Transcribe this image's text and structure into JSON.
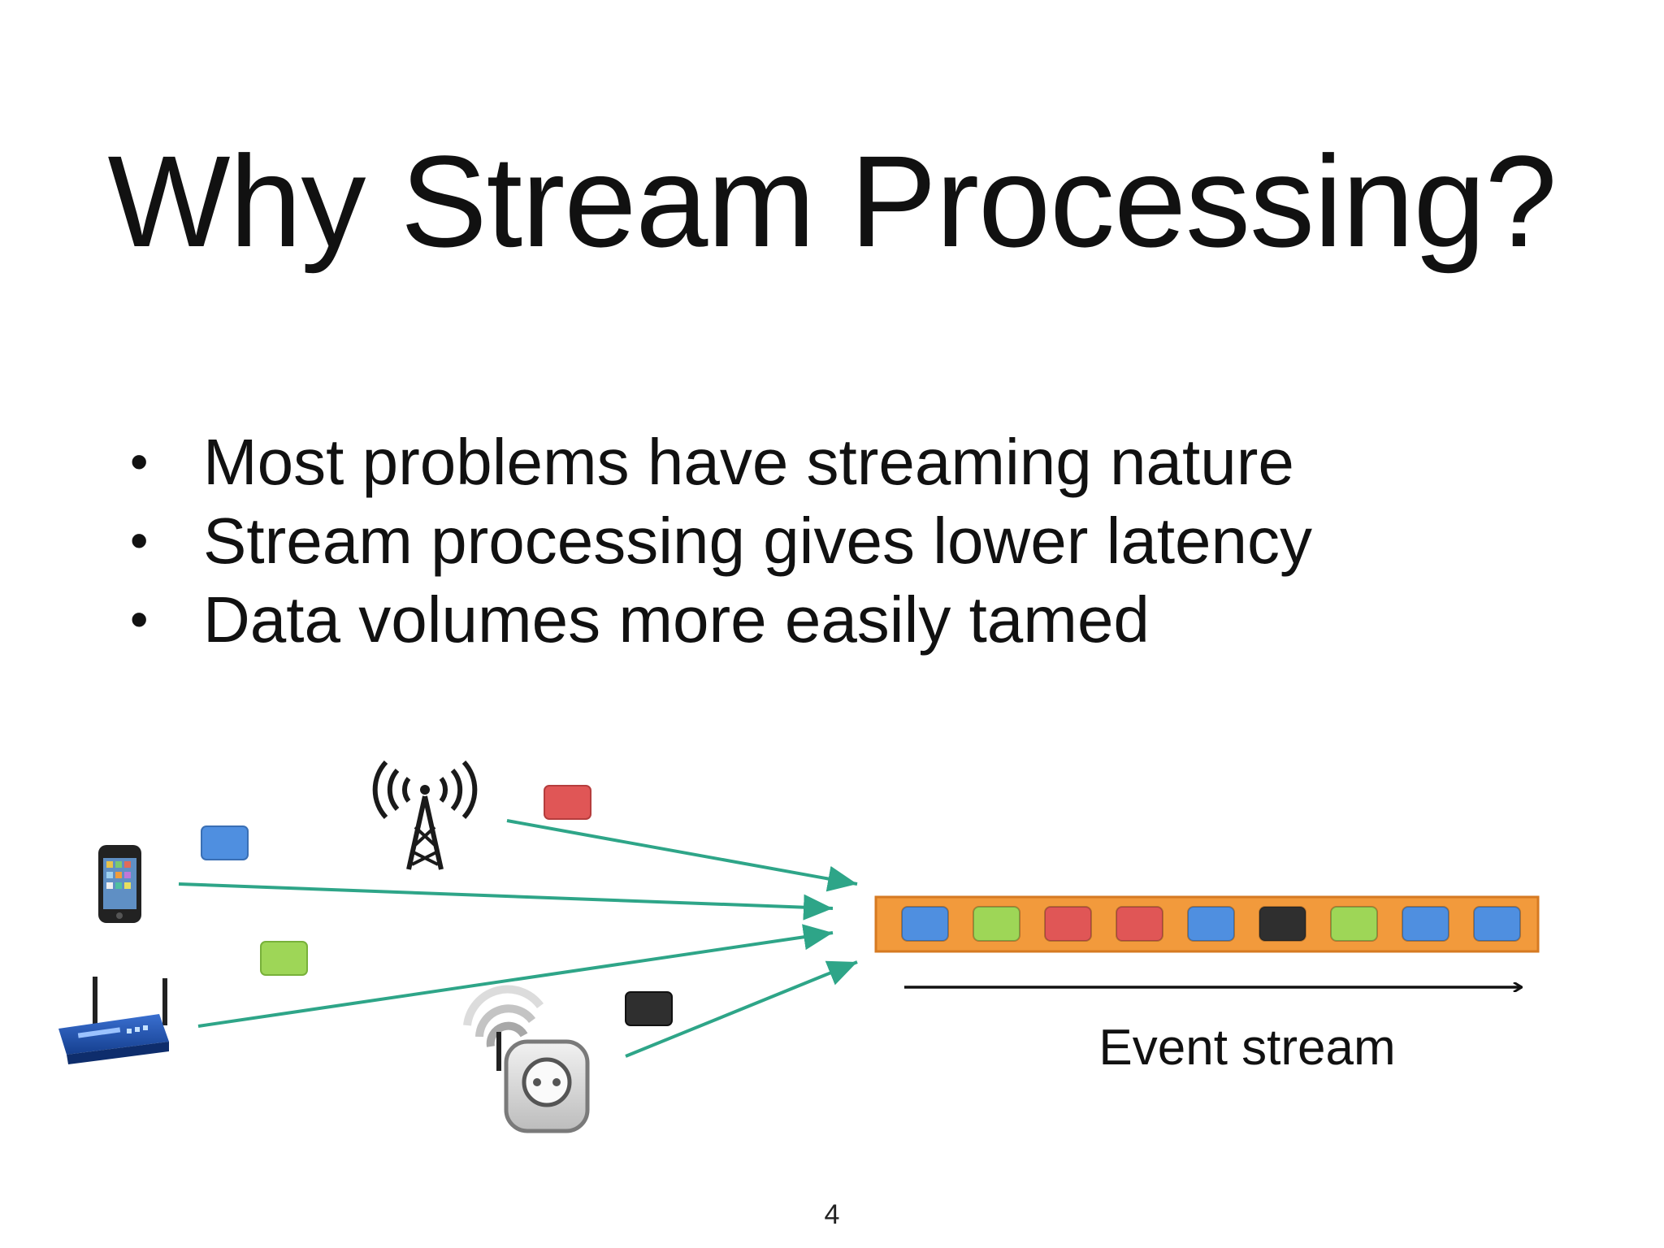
{
  "title": "Why Stream Processing?",
  "bullets": [
    "Most problems have streaming nature",
    "Stream processing gives lower latency",
    "Data volumes more easily tamed"
  ],
  "bullet_glyph": "•",
  "diagram": {
    "stream_label": "Event stream",
    "sources": [
      {
        "icon": "smartphone-icon",
        "event_color": "#4f8fe0"
      },
      {
        "icon": "cell-tower-icon",
        "event_color": "#e05656"
      },
      {
        "icon": "wifi-router-icon",
        "event_color": "#9ed657"
      },
      {
        "icon": "smart-plug-icon",
        "event_color": "#2f2f2f"
      }
    ],
    "stream_events": [
      "#4f8fe0",
      "#9ed657",
      "#e05656",
      "#e05656",
      "#4f8fe0",
      "#2f2f2f",
      "#9ed657",
      "#4f8fe0",
      "#4f8fe0"
    ],
    "colors": {
      "stream_bar": "#f29a3c",
      "stream_border": "#d67a22",
      "arrow": "#2ea588",
      "axis": "#111111"
    }
  },
  "page_number": "4"
}
